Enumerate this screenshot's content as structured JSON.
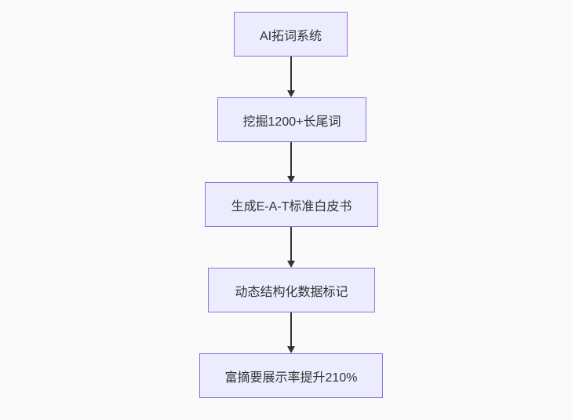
{
  "diagram": {
    "type": "flowchart",
    "direction": "top-down",
    "nodes": [
      {
        "id": "A",
        "label": "AI拓词系统"
      },
      {
        "id": "B",
        "label": "挖掘1200+长尾词"
      },
      {
        "id": "C",
        "label": "生成E-A-T标准白皮书"
      },
      {
        "id": "D",
        "label": "动态结构化数据标记"
      },
      {
        "id": "E",
        "label": "富摘要展示率提升210%"
      }
    ],
    "edges": [
      {
        "from": "AI拓词系统",
        "to": "挖掘1200+长尾词"
      },
      {
        "from": "挖掘1200+长尾词",
        "to": "生成E-A-T标准白皮书"
      },
      {
        "from": "生成E-A-T标准白皮书",
        "to": "动态结构化数据标记"
      },
      {
        "from": "动态结构化数据标记",
        "to": "富摘要展示率提升210%"
      }
    ],
    "colors": {
      "node_fill": "#ececff",
      "node_border": "#9370db",
      "text": "#333333",
      "arrow": "#333333",
      "background": "#fafafa"
    }
  }
}
